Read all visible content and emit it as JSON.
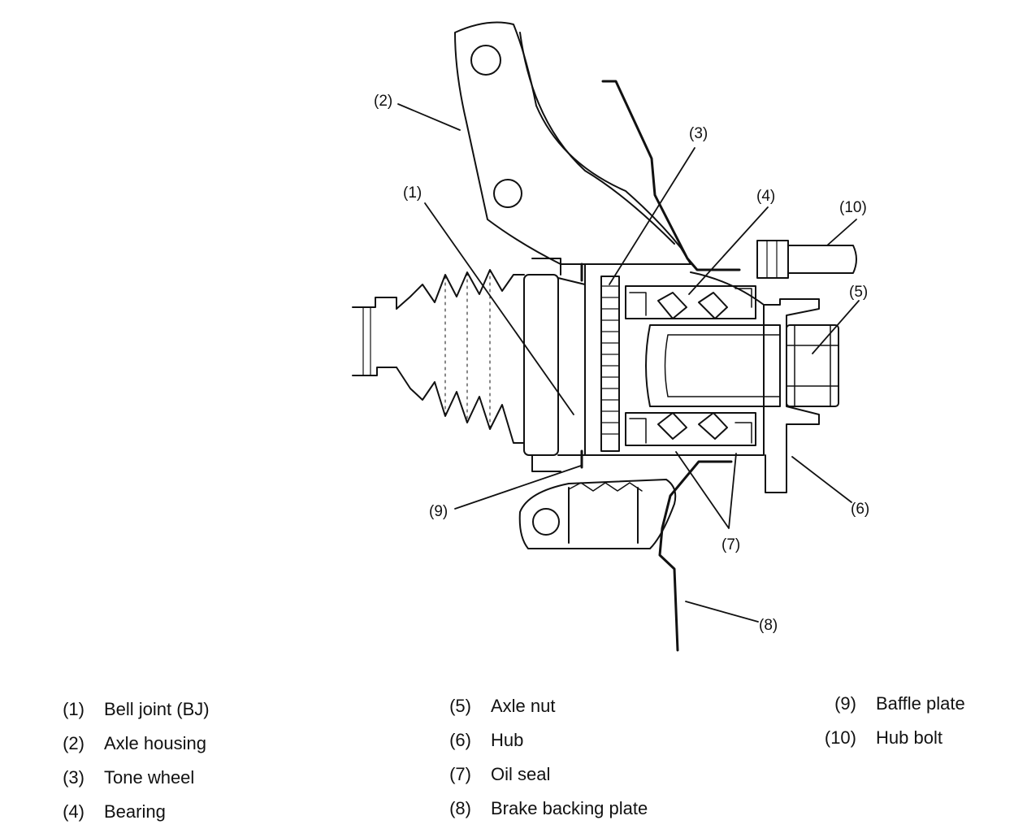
{
  "callouts": {
    "c1": "(1)",
    "c2": "(2)",
    "c3": "(3)",
    "c4": "(4)",
    "c5": "(5)",
    "c6": "(6)",
    "c7": "(7)",
    "c8": "(8)",
    "c9": "(9)",
    "c10": "(10)"
  },
  "legend": {
    "col1": [
      {
        "num": "(1)",
        "text": "Bell joint (BJ)"
      },
      {
        "num": "(2)",
        "text": "Axle housing"
      },
      {
        "num": "(3)",
        "text": "Tone wheel"
      },
      {
        "num": "(4)",
        "text": "Bearing"
      }
    ],
    "col2": [
      {
        "num": "(5)",
        "text": "Axle nut"
      },
      {
        "num": "(6)",
        "text": "Hub"
      },
      {
        "num": "(7)",
        "text": "Oil seal"
      },
      {
        "num": "(8)",
        "text": "Brake backing plate"
      }
    ],
    "col3": [
      {
        "num": "(9)",
        "text": "Baffle plate"
      },
      {
        "num": "(10)",
        "text": "Hub bolt"
      }
    ]
  }
}
